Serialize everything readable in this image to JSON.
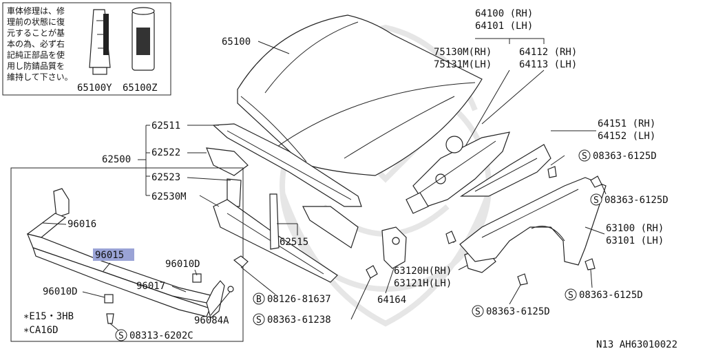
{
  "note_lines": [
    "車体修理は、修",
    "理前の状態に復",
    "元することが基",
    "本の為、必ず右",
    "記純正部品を使",
    "用し防錆品質を",
    "維持して下さい。"
  ],
  "note_parts": [
    "65100Y",
    "65100Z"
  ],
  "labels": {
    "p65100": "65100",
    "p64100": "64100 (RH)",
    "p64101": "64101 (LH)",
    "p75130": "75130M(RH)",
    "p75131": "75131M(LH)",
    "p64112": "64112 (RH)",
    "p64113": "64113 (LH)",
    "p64151": "64151 (RH)",
    "p64152": "64152 (LH)",
    "p62511": "62511",
    "p62500": "62500",
    "p62522": "62522",
    "p62523": "62523",
    "p62530": "62530M",
    "p62515": "62515",
    "p96016": "96016",
    "p96015": "96015",
    "p96010a": "96010D",
    "p96010b": "96010D",
    "p96017": "96017",
    "p96084": "96084A",
    "p08313": "08313-6202C",
    "p08126": "08126-81637",
    "p08363a": "08363-61238",
    "p64164": "64164",
    "p63120": "63120H(RH)",
    "p63121": "63121H(LH)",
    "p08363b": "08363-6125D",
    "p08363c": "08363-6125D",
    "p08363d": "08363-6125D",
    "p08363e": "08363-6125D",
    "p63100": "63100 (RH)",
    "p63101": "63101 (LH)",
    "sym_s": "S",
    "sym_b": "B"
  },
  "footnotes": [
    "∗E15・3HB",
    "∗CA16D"
  ],
  "code": "N13   AH63010022",
  "highlight_color": "#9aa3d6"
}
